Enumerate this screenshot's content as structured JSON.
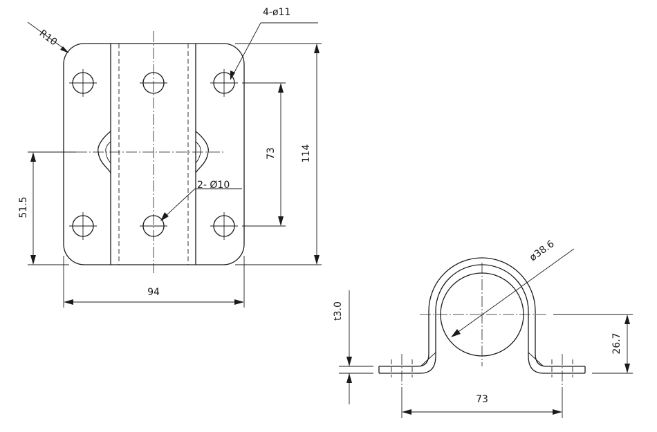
{
  "dimensions": {
    "corner_radius": "R10",
    "hole_pattern_large": "4-ø11",
    "hole_pattern_small": "2- Ø10",
    "hole_spacing_vertical": "73",
    "overall_height": "114",
    "hole_offset": "51.5",
    "overall_width": "94",
    "pipe_diameter": "ø38.6",
    "thickness": "t3.0",
    "bracket_height": "26.7",
    "bracket_hole_spacing": "73"
  }
}
